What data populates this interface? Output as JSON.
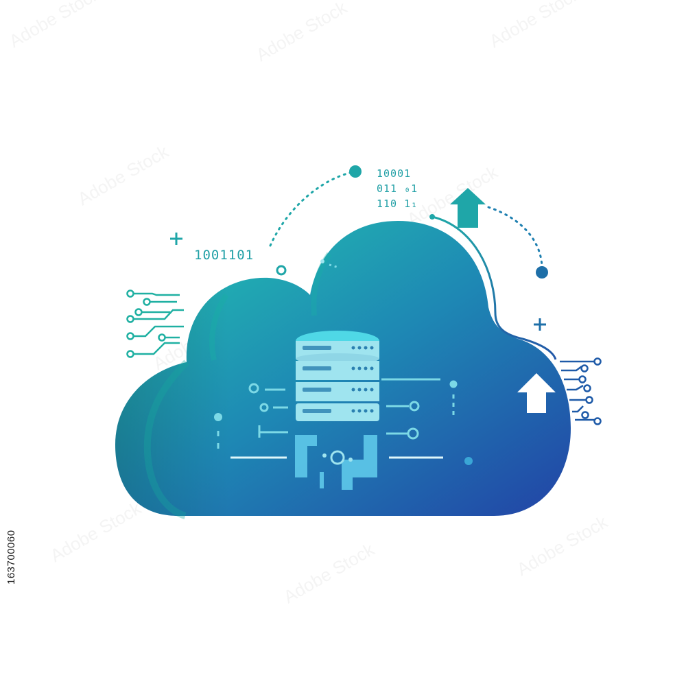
{
  "binary_left": "1001101",
  "binary_top": [
    "10001",
    "011 ₀1",
    "110 1₁"
  ],
  "side_id": "163700060",
  "watermark": "Adobe Stock",
  "colors": {
    "cloud_top": "#1fbfae",
    "cloud_bottom": "#2243a6",
    "server": "#9fe9f2",
    "accent_teal": "#1fa6a8",
    "accent_blue": "#1e5aa8"
  },
  "icons": [
    "cloud-shape",
    "database-server-icon",
    "upload-arrow-icon",
    "circuit-lines-icon",
    "plus-icon"
  ]
}
